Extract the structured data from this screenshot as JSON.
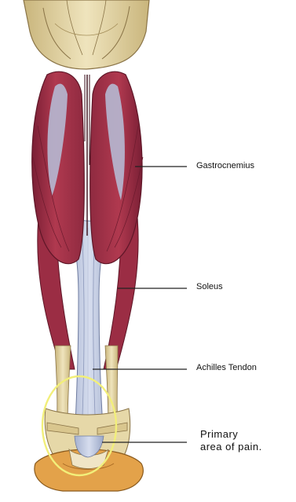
{
  "labels": {
    "gastrocnemius": "Gastrocnemius",
    "soleus": "Soleus",
    "achilles_tendon": "Achilles Tendon",
    "pain_line1": "Primary",
    "pain_line2": "area of pain."
  },
  "colors": {
    "muscle": "#a8334a",
    "muscle_dark": "#7a1f35",
    "tendon": "#c9d2e6",
    "tendon_shadow": "#9aa7c7",
    "bone": "#e9dcae",
    "bone_shadow": "#c9b57c",
    "heel": "#e3a24a",
    "highlight_ellipse": "#f2ef7a",
    "leader_line": "#222222"
  }
}
